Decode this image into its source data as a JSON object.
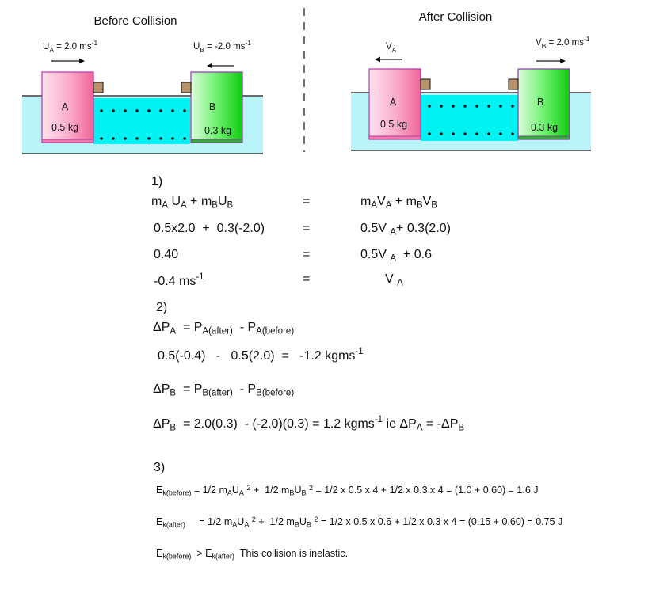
{
  "diagram": {
    "before_title": "Before Collision",
    "after_title": "After Collision",
    "before": {
      "velocity_a_label": "U",
      "velocity_a_sub": "A",
      "velocity_a_value": " = 2.0 ms",
      "velocity_a_sup": "-1",
      "velocity_b_label": "U",
      "velocity_b_sub": "B",
      "velocity_b_value": " = -2.0 ms",
      "velocity_b_sup": "-1",
      "trolley_a_letter": "A",
      "trolley_a_mass": "0.5 kg",
      "trolley_b_letter": "B",
      "trolley_b_mass": "0.3 kg"
    },
    "after": {
      "velocity_a_label": "V",
      "velocity_a_sub": "A",
      "velocity_b_label": "V",
      "velocity_b_sub": "B",
      "velocity_b_value": " = 2.0 ms",
      "velocity_b_sup": "-1",
      "trolley_a_letter": "A",
      "trolley_a_mass": "0.5 kg",
      "trolley_b_letter": "B",
      "trolley_b_mass": "0.3 kg"
    },
    "colors": {
      "track_fill": "#00f2f2",
      "track_glow": "#b8f4f8",
      "trolley_a_fill": "#f47aa6",
      "trolley_a_border": "#b03aa8",
      "trolley_b_fill": "#33dd33",
      "trolley_b_border": "#8a3aa8",
      "buffer_fill": "#b8926a"
    }
  },
  "part1": {
    "number": "1)",
    "rows": [
      {
        "lhs_html": "m<sub>A</sub> U<sub>A</sub> + m<sub>B</sub>U<sub>B</sub>",
        "eq": "=",
        "rhs_html": "m<sub>A</sub>V<sub>A</sub> + m<sub>B</sub>V<sub>B</sub>"
      },
      {
        "lhs_html": "0.5x2.0 &nbsp;+ &nbsp;0.3(-2.0)",
        "eq": "=",
        "rhs_html": "0.5V <sub>A</sub>+ 0.3(2.0)"
      },
      {
        "lhs_html": "0.40",
        "eq": "=",
        "rhs_html": "0.5V <sub>A</sub> &nbsp;+ 0.6"
      },
      {
        "lhs_html": "-0.4 ms<sup>-1</sup>",
        "eq": "=",
        "rhs_html": "V <sub>A</sub>"
      }
    ]
  },
  "part2": {
    "number": "2)",
    "line1_html": "&Delta;P<sub>A</sub> &nbsp;= P<sub>A(after)</sub> &nbsp;- P<sub>A(before)</sub>",
    "line2_html": "0.5(-0.4) &nbsp;&nbsp;- &nbsp;&nbsp;0.5(2.0) &nbsp;= &nbsp;&nbsp;-1.2 kgms<sup>-1</sup>",
    "line3_html": "&Delta;P<sub>B</sub> &nbsp;= P<sub>B(after)</sub> &nbsp;- P<sub>B(before)</sub>",
    "line4_html": "&Delta;P<sub>B</sub> &nbsp;= 2.0(0.3) &nbsp;- (-2.0)(0.3) = 1.2 kgms<sup>-1</sup> ie &Delta;P<sub>A</sub> = -&Delta;P<sub>B</sub>"
  },
  "part3": {
    "number": "3)",
    "line1_html": "E<sub>k(before)</sub> = 1/2 m<sub>A</sub>U<sub>A</sub> <sup>2</sup> + &nbsp;1/2 m<sub>B</sub>U<sub>B</sub> <sup>2</sup> = 1/2 x 0.5 x 4 + 1/2 x 0.3 x 4 = (1.0 + 0.60) = 1.6 J",
    "line2_html": "E<sub>k(after)</sub> &nbsp;&nbsp;&nbsp;&nbsp;= 1/2 m<sub>A</sub>U<sub>A</sub> <sup>2</sup> + &nbsp;1/2 m<sub>B</sub>U<sub>B</sub> <sup>2</sup> = 1/2 x 0.5 x 0.6 + 1/2 x 0.3 x 4 = (0.15 + 0.60) = 0.75 J",
    "line3_html": "E<sub>k(before)</sub> &nbsp;&gt; E<sub>k(after)</sub> &nbsp;This collision is inelastic."
  }
}
